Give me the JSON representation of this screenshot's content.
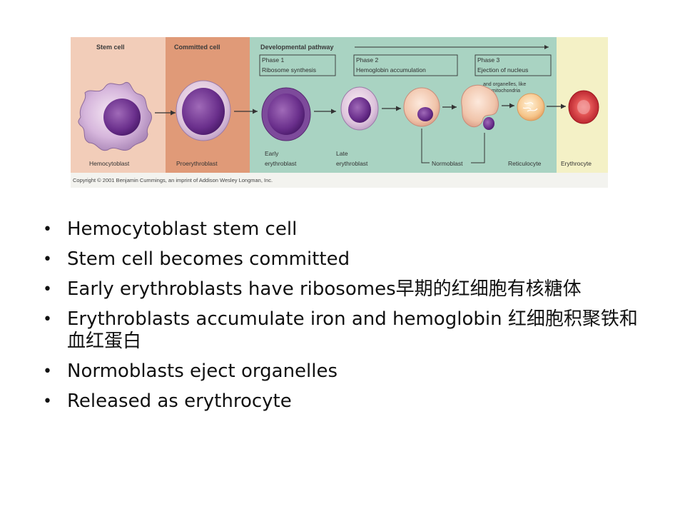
{
  "figure": {
    "headers": {
      "stem": "Stem cell",
      "committed": "Committed cell",
      "pathway": "Developmental pathway"
    },
    "phases": [
      {
        "title": "Phase 1",
        "desc": "Ribosome synthesis"
      },
      {
        "title": "Phase 2",
        "desc": "Hemoglobin accumulation"
      },
      {
        "title": "Phase 3",
        "desc": "Ejection of nucleus"
      }
    ],
    "phase3_note_line1": "and organelles, like",
    "phase3_note_line2": "mitochondria",
    "cell_labels": {
      "hemocytoblast": "Hemocytoblast",
      "proerythroblast": "Proerythroblast",
      "early_line1": "Early",
      "early_line2": "erythroblast",
      "late_line1": "Late",
      "late_line2": "erythroblast",
      "normoblast": "Normoblast",
      "reticulocyte": "Reticulocyte",
      "erythrocyte": "Erythrocyte"
    },
    "copyright": "Copyright © 2001 Benjamin Cummings, an imprint of Addison Wesley Longman, Inc.",
    "colors": {
      "stem_bg": "#f2cdb9",
      "committed_bg": "#e09a78",
      "pathway_bg": "#a9d3c2",
      "erythrocyte_bg": "#f4f1c6"
    }
  },
  "bullets": [
    "Hemocytoblast stem cell",
    "Stem cell becomes committed",
    "Early erythroblasts have ribosomes早期的红细胞有核糖体",
    "Erythroblasts accumulate iron and hemoglobin 红细胞积聚铁和血红蛋白",
    "Normoblasts eject organelles",
    "Released as erythrocyte"
  ]
}
